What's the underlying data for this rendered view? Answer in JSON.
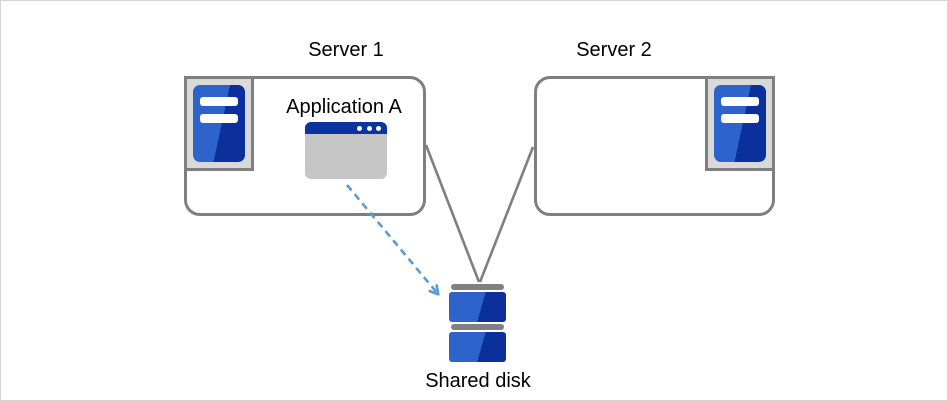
{
  "diagram": {
    "server1": {
      "label": "Server 1"
    },
    "server2": {
      "label": "Server 2"
    },
    "application": {
      "label": "Application A"
    },
    "shared_disk": {
      "label": "Shared disk"
    },
    "connections": [
      {
        "from": "server1",
        "to": "shared_disk",
        "style": "solid-gray-line"
      },
      {
        "from": "server2",
        "to": "shared_disk",
        "style": "solid-gray-line"
      },
      {
        "from": "application",
        "to": "shared_disk",
        "style": "dashed-blue-arrow"
      }
    ],
    "colors": {
      "outline_gray": "#7f7f7f",
      "panel_gray": "#d9d9d9",
      "window_body_gray": "#c6c6c6",
      "server_blue_light": "#2e63cc",
      "server_blue_dark": "#0b309b",
      "titlebar_blue": "#0b34a0",
      "arrow_blue": "#5b9bd5",
      "text_color": "#000000"
    }
  }
}
